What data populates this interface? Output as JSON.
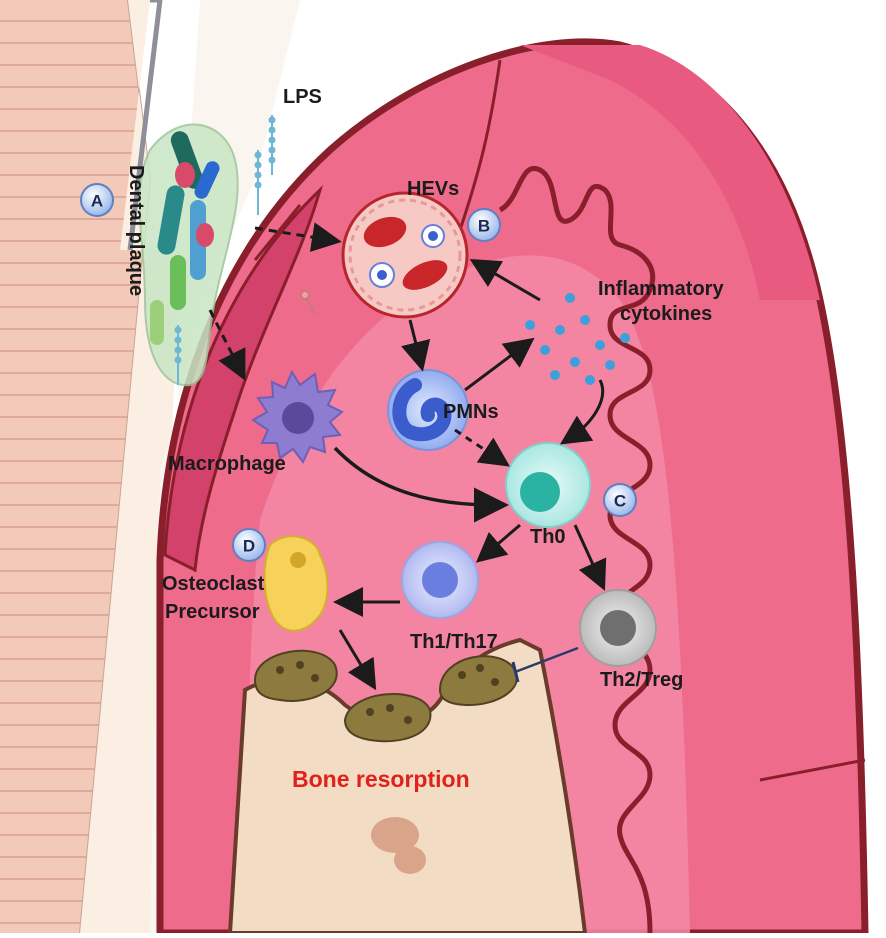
{
  "labels": {
    "lps": "LPS",
    "dental_plaque": "Dental plaque",
    "hevs": "HEVs",
    "inflammatory": "Inflammatory",
    "cytokines": "cytokines",
    "pmns": "PMNs",
    "macrophage": "Macrophage",
    "th0": "Th0",
    "osteoclast": "Osteoclast",
    "precursor": "Precursor",
    "th1_th17": "Th1/Th17",
    "th2_treg": "Th2/Treg",
    "bone_resorption": "Bone resorption"
  },
  "badges": {
    "a": "A",
    "b": "B",
    "c": "C",
    "d": "D"
  },
  "colors": {
    "gingiva": "#ee6b8c",
    "gingiva_dark": "#d2426a",
    "border": "#8a1f2c",
    "tooth": "#f2d8c8",
    "bone": "#f3dcc4",
    "accent_red": "#e0211c"
  }
}
